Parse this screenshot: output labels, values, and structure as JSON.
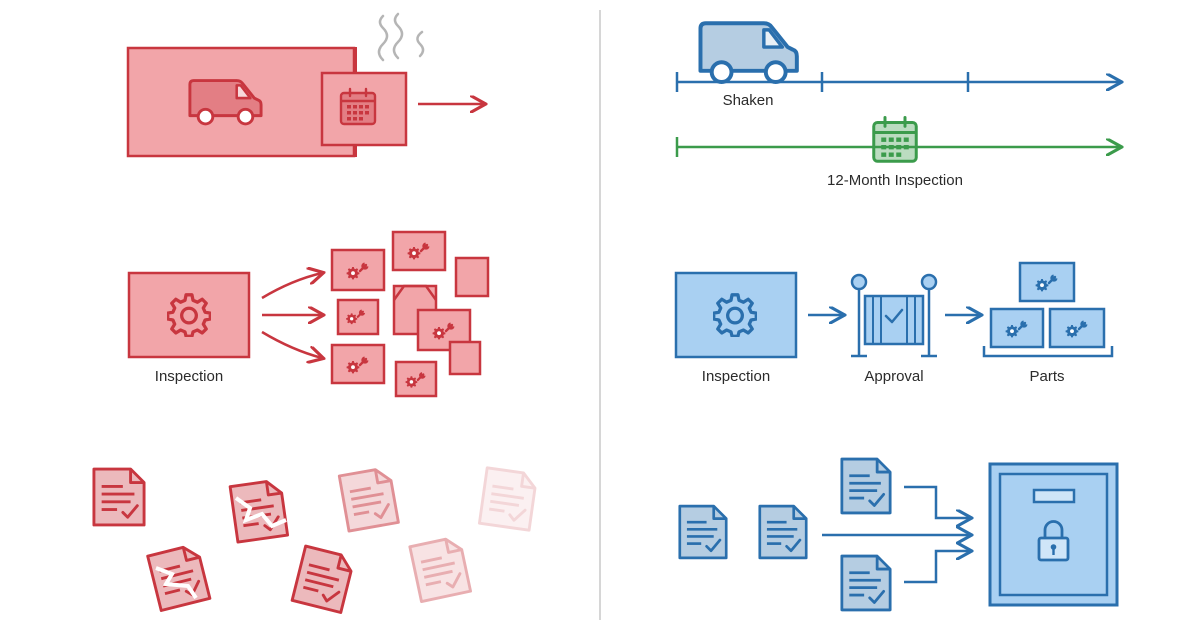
{
  "colors": {
    "problem_red": "#c8363f",
    "problem_fill": "#f2a5a9",
    "solution_blue": "#2a6fad",
    "solution_fill": "#a9d0f2",
    "timeline_green": "#3b9b4b",
    "green_fill": "#9cd6a3",
    "divider": "#d6d6d6"
  },
  "top_right": {
    "timeline_label": "Shaken",
    "secondary_label": "12-Month Inspection"
  },
  "middle_left": {
    "label": "Inspection"
  },
  "middle_right": {
    "step1_label": "Inspection",
    "step2_label": "Approval",
    "step3_label": "Parts"
  },
  "icons": {
    "van": "van-icon",
    "calendar": "calendar-icon",
    "gear": "gear-icon",
    "wrench_gear_box": "parts-box-icon",
    "document": "document-check-icon",
    "gate": "approval-gate-icon",
    "vault": "vault-lock-icon",
    "steam": "steam-icon"
  }
}
